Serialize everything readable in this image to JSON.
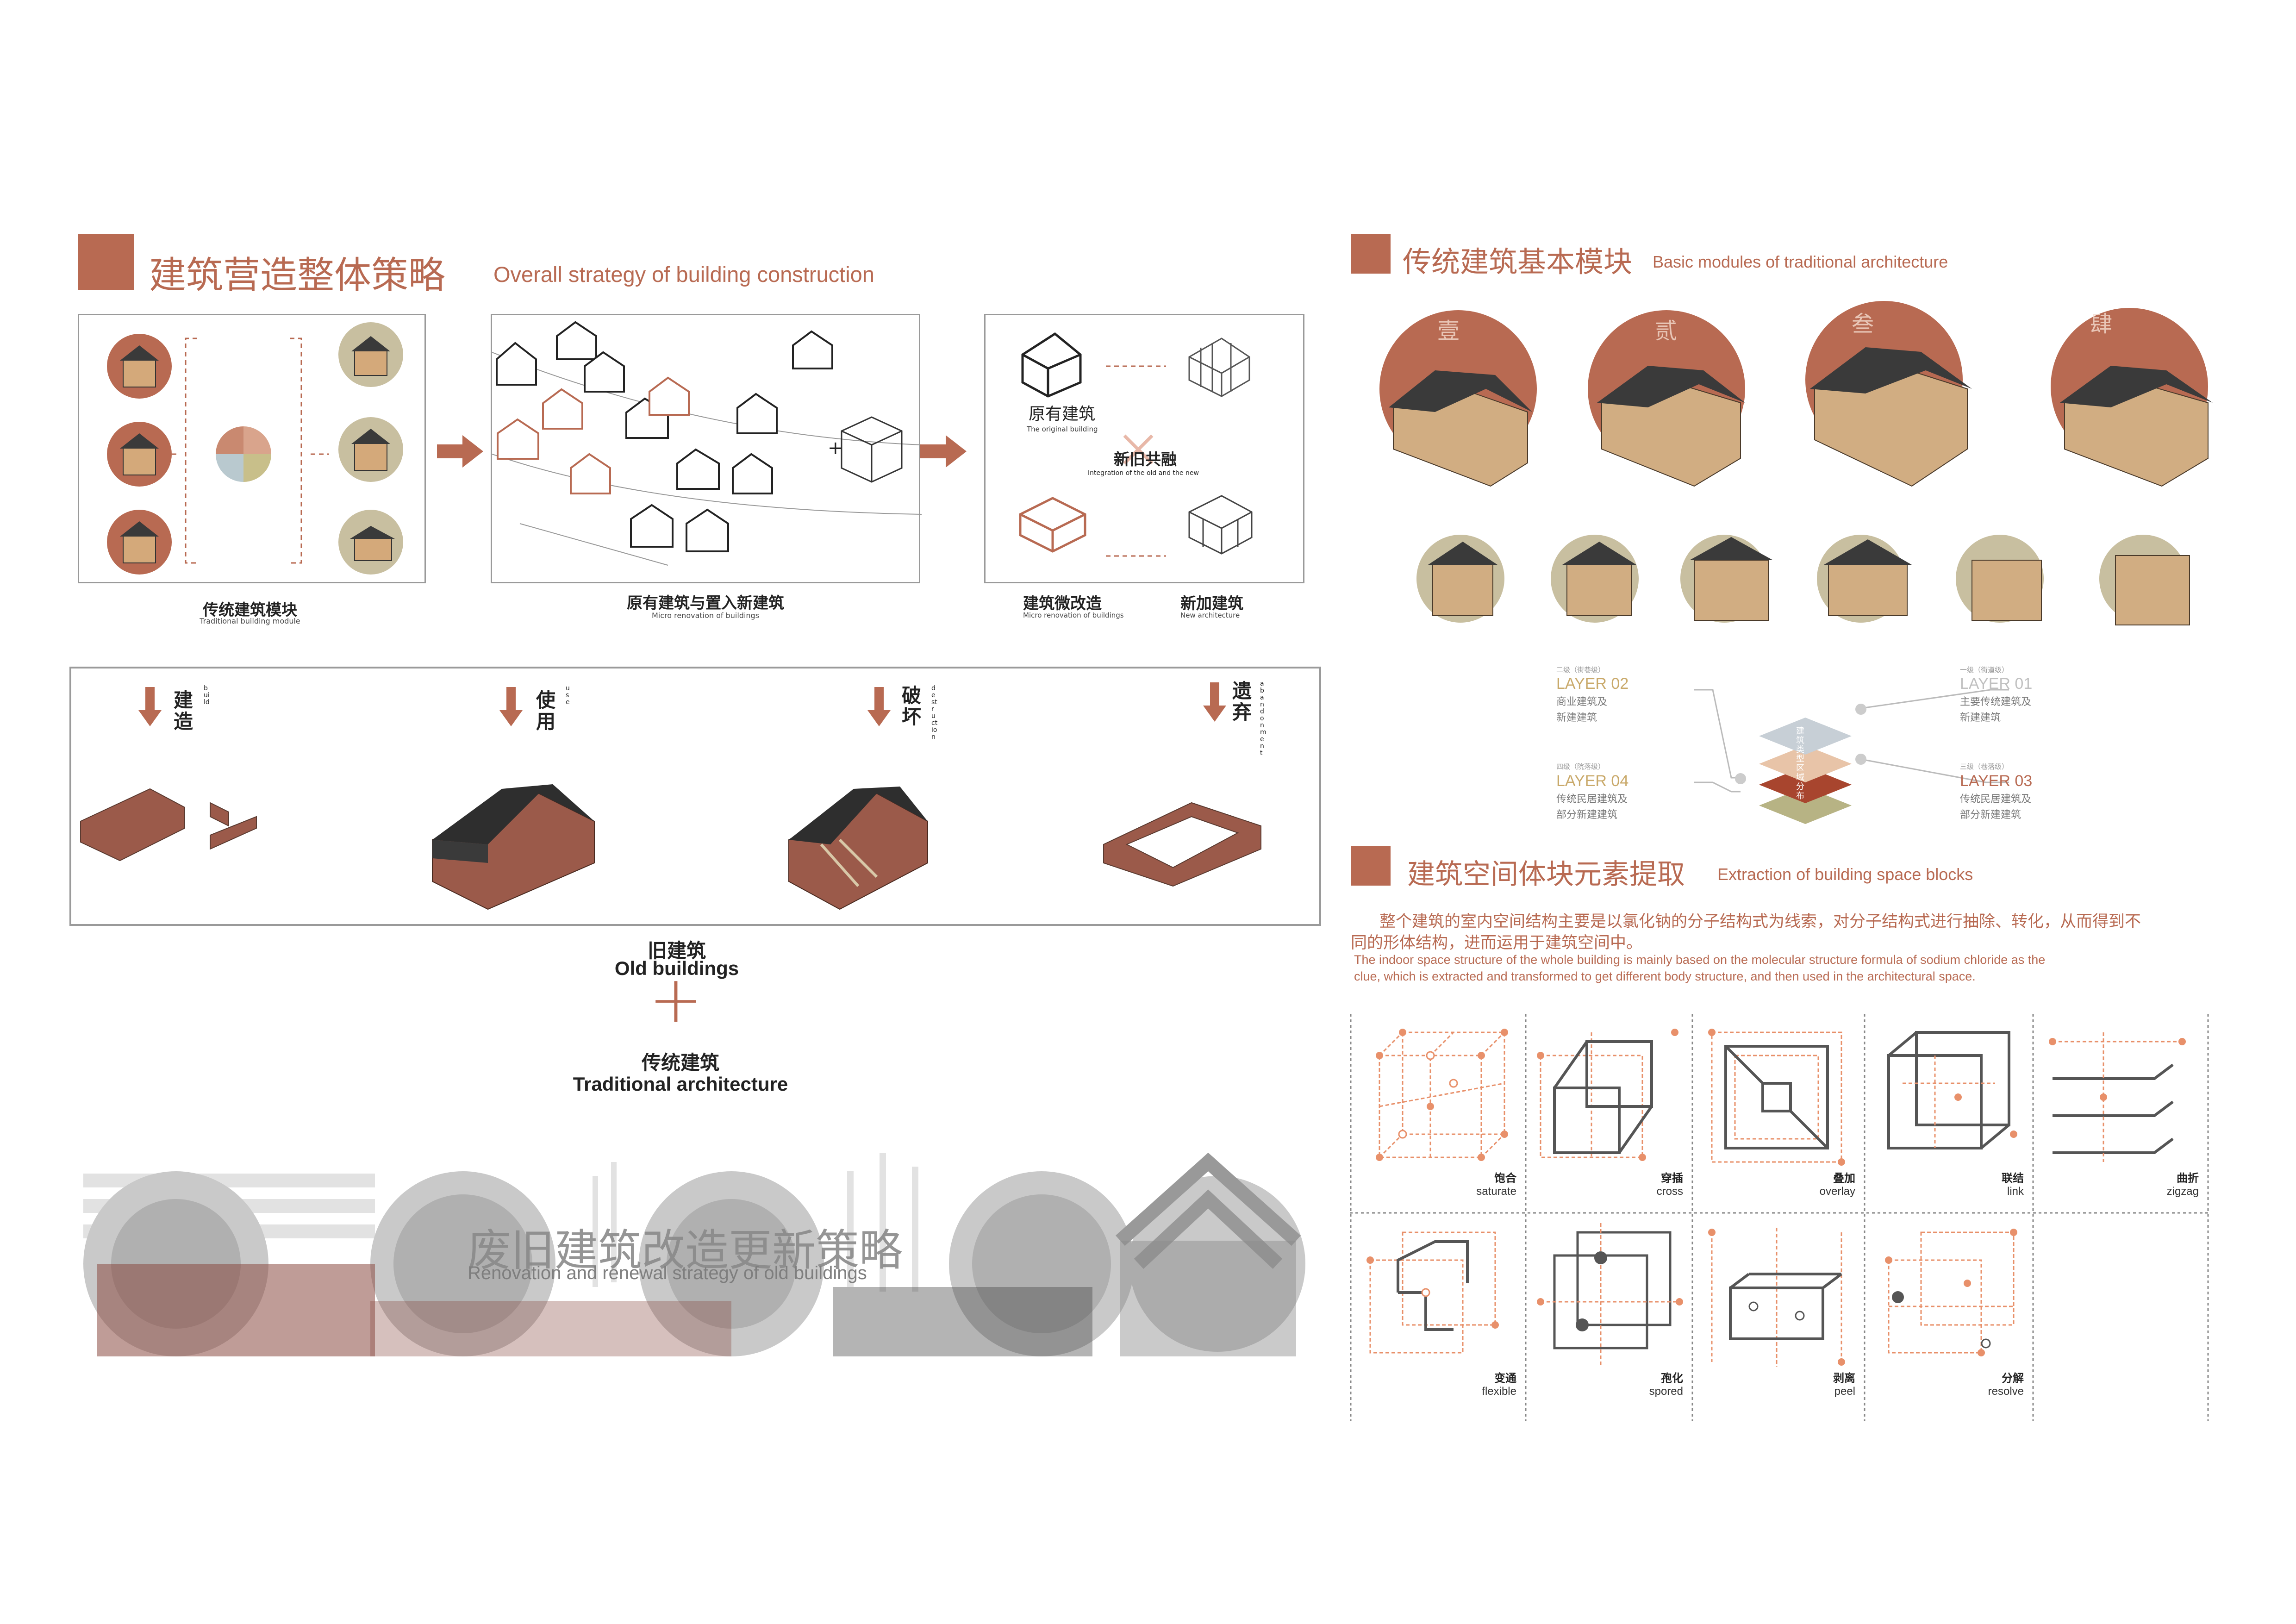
{
  "section_overall": {
    "title_cn": "建筑营造整体策略",
    "title_en": "Overall strategy of building construction",
    "panel1": {
      "caption_cn": "传统建筑模块",
      "caption_en": "Traditional building module"
    },
    "panel2": {
      "caption_cn": "原有建筑与置入新建筑",
      "caption_en": "Micro renovation of buildings"
    },
    "panel3": {
      "original_cn": "原有建筑",
      "original_en": "The original building",
      "integration_cn": "新旧共融",
      "integration_en": "Integration of the old and the new",
      "micro_cn": "建筑微改造",
      "micro_en": "Micro renovation of buildings",
      "new_cn": "新加建筑",
      "new_en": "New architecture"
    },
    "plus_sign": "+"
  },
  "lifecycle": {
    "stages": [
      {
        "cn": "建造",
        "en": "build"
      },
      {
        "cn": "使用",
        "en": "use"
      },
      {
        "cn": "破坏",
        "en": "destruction"
      },
      {
        "cn": "遗弃",
        "en": "abandonment"
      }
    ]
  },
  "combination": {
    "old_cn": "旧建筑",
    "old_en": "Old buildings",
    "plus": "+",
    "trad_cn": "传统建筑",
    "trad_en": "Traditional architecture"
  },
  "renovation": {
    "title_cn": "废旧建筑改造更新策略",
    "title_en": "Renovation and renewal strategy of old buildings"
  },
  "section_modules": {
    "title_cn": "传统建筑基本模块",
    "title_en": "Basic modules of traditional architecture",
    "large_modules": [
      "壹",
      "贰",
      "叁",
      "肆"
    ],
    "layers": [
      {
        "small": "二级（街巷级）",
        "title": "LAYER 02",
        "desc1": "商业建筑及",
        "desc2": "新建建筑"
      },
      {
        "small": "一级（街道级）",
        "title": "LAYER 01",
        "desc1": "主要传统建筑及",
        "desc2": "新建建筑"
      },
      {
        "small": "四级（院落级）",
        "title": "LAYER 04",
        "desc1": "传统民居建筑及",
        "desc2": "部分新建建筑"
      },
      {
        "small": "三级（巷落级）",
        "title": "LAYER 03",
        "desc1": "传统民居建筑及",
        "desc2": "部分新建建筑"
      }
    ],
    "stack_label": "建筑类型区域分布"
  },
  "section_extraction": {
    "title_cn": "建筑空间体块元素提取",
    "title_en": "Extraction of building space blocks",
    "paragraph_cn_1": "整个建筑的室内空间结构主要是以氯化钠的分子结构式为线索，对分子结构式进行抽除、转化，从而得到不",
    "paragraph_cn_2": "同的形体结构，进而运用于建筑空间中。",
    "paragraph_en_1": "The indoor space structure of the whole building is mainly based on the molecular structure formula of sodium chloride as the",
    "paragraph_en_2": "clue, which is extracted and transformed to get different body structure, and then used in the architectural space.",
    "blocks": [
      {
        "cn": "饱合",
        "en": "saturate"
      },
      {
        "cn": "穿插",
        "en": "cross"
      },
      {
        "cn": "叠加",
        "en": "overlay"
      },
      {
        "cn": "联结",
        "en": "link"
      },
      {
        "cn": "曲折",
        "en": "zigzag"
      },
      {
        "cn": "变通",
        "en": "flexible"
      },
      {
        "cn": "孢化",
        "en": "spored"
      },
      {
        "cn": "剥离",
        "en": "peel"
      },
      {
        "cn": "分解",
        "en": "resolve"
      }
    ]
  },
  "colors": {
    "accent": "#b86a52",
    "tan": "#c9a96a",
    "olive": "#c8bfa0",
    "orange": "#e8906a",
    "layer_gray": "#c7cfd6",
    "layer_peach": "#e8c4a8",
    "layer_red": "#a8452e",
    "layer_olive": "#b7b384"
  }
}
